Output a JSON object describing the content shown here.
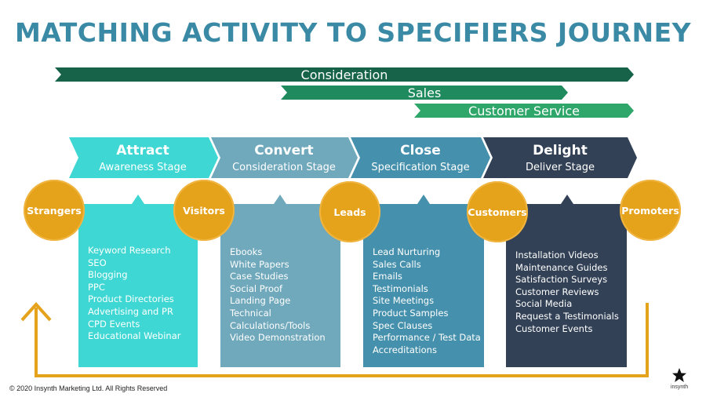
{
  "title": "MATCHING ACTIVITY TO SPECIFIERS JOURNEY",
  "bands": {
    "consideration": "Consideration",
    "sales": "Sales",
    "customer_service": "Customer Service"
  },
  "stages": [
    {
      "name": "Attract",
      "sub": "Awareness Stage",
      "color": "#3ed7d3"
    },
    {
      "name": "Convert",
      "sub": "Consideration Stage",
      "color": "#70a8bc"
    },
    {
      "name": "Close",
      "sub": "Specification Stage",
      "color": "#4590ac"
    },
    {
      "name": "Delight",
      "sub": "Deliver Stage",
      "color": "#324155"
    }
  ],
  "circles": [
    "Strangers",
    "Visitors",
    "Leads",
    "Customers",
    "Promoters"
  ],
  "activities": [
    {
      "items": [
        "Keyword Research",
        "SEO",
        "Blogging",
        "PPC",
        "Product Directories",
        "Advertising and PR",
        "CPD Events",
        "Educational Webinar"
      ]
    },
    {
      "items": [
        "Ebooks",
        "White Papers",
        "Case Studies",
        "Social Proof",
        "Landing Page",
        "Technical",
        "Calculations/Tools",
        "Video Demonstration"
      ]
    },
    {
      "items": [
        "Lead Nurturing",
        "Sales Calls",
        "Emails",
        "Testimonials",
        "Site Meetings",
        "Product Samples",
        "Spec Clauses",
        "Performance / Test Data",
        "Accreditations"
      ]
    },
    {
      "items": [
        "Installation Videos",
        "Maintenance Guides",
        "Satisfaction Surveys",
        "Customer Reviews",
        "Social Media",
        "Request a Testimonials",
        "Customer Events"
      ]
    }
  ],
  "footer": "© 2020 Insynth Marketing Ltd. All Rights Reserved",
  "logo_text": "insynth",
  "colors": {
    "title": "#3a8aa6",
    "band_consideration": "#17634a",
    "band_sales": "#1f8a5e",
    "band_customer_service": "#2fa76a",
    "circle": "#e5a21b",
    "loop_arrow": "#e5a21b"
  }
}
